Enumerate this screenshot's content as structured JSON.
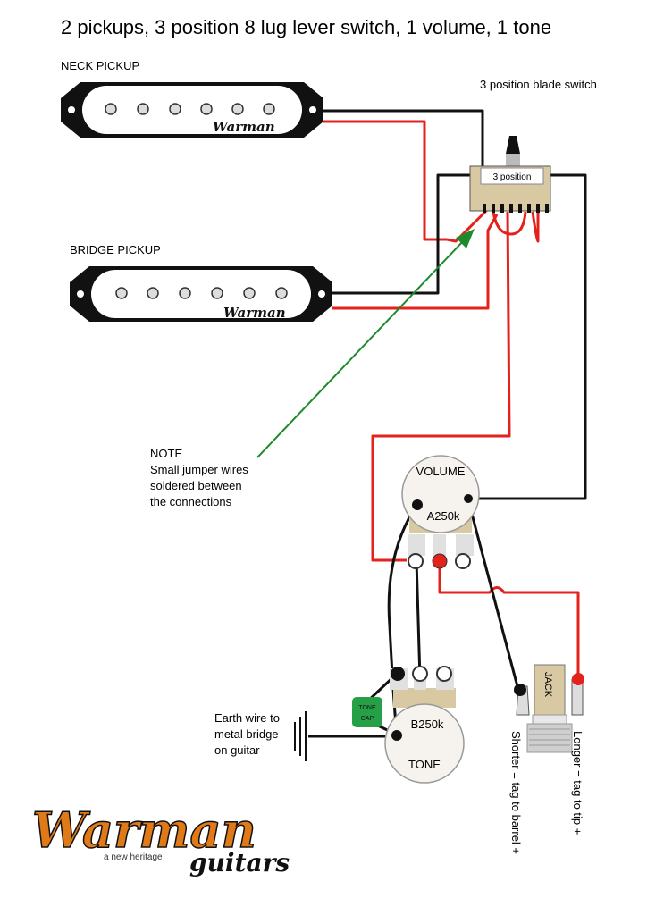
{
  "title": "2 pickups, 3 position 8 lug lever switch, 1 volume, 1 tone",
  "neck_pickup": {
    "label": "NECK PICKUP",
    "brand": "Warman"
  },
  "bridge_pickup": {
    "label": "BRIDGE PICKUP",
    "brand": "Warman"
  },
  "switch": {
    "caption": "3 position blade switch",
    "body_label": "3 position"
  },
  "note": {
    "line1": "NOTE",
    "line2": "Small jumper wires",
    "line3": "soldered between",
    "line4": "the connections"
  },
  "volume": {
    "label": "VOLUME",
    "value": "A250k"
  },
  "tone": {
    "label": "TONE",
    "value": "B250k"
  },
  "tone_cap": {
    "line1": "TONE",
    "line2": "CAP"
  },
  "earth": {
    "line1": "Earth wire to",
    "line2": "metal bridge",
    "line3": "on guitar"
  },
  "jack": {
    "label": "JACK",
    "shorter": "Shorter = tag to barrel +",
    "longer": "Longer = tag to tip +"
  },
  "logo": {
    "brand": "Warman",
    "tagline": "a new heritage",
    "sub": "guitars"
  },
  "colors": {
    "hot_wire": "#e3221c",
    "ground_wire": "#111111",
    "note_arrow": "#1e8a2e",
    "switch_body": "#d9c9a3",
    "tone_cap": "#26a047",
    "logo_fill": "#e07a18"
  }
}
